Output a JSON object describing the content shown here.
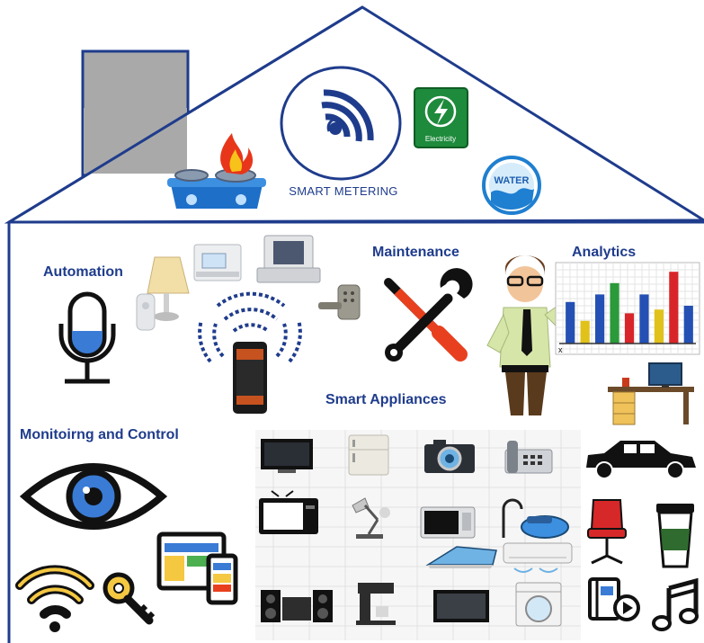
{
  "labels": {
    "smart_metering": "SMART METERING",
    "electricity": "Electricity",
    "water": "WATER",
    "automation": "Automation",
    "maintenance": "Maintenance",
    "analytics": "Analytics",
    "smart_appliances": "Smart Appliances",
    "monitoring": "Monitoirng and Control",
    "chart_axis_x": "x"
  },
  "colors": {
    "house_outline": "#1f3c8c",
    "label_text": "#1f3c8c",
    "chimney_fill": "#a9a9a9",
    "electricity_green": "#1e8a3c",
    "water_blue": "#1f7fd0"
  },
  "icons": {
    "meter": "smart-meter-wifi-icon",
    "gas": "gas-stove-icon",
    "electricity": "electricity-icon",
    "water": "water-drop-icon",
    "microphone": "microphone-icon",
    "lamp": "lamp-icon",
    "thermostat": "thermostat-icon",
    "security_panel": "security-panel-icon",
    "door_lock": "door-lock-icon",
    "smartphone": "smartphone-icon",
    "tools": "wrench-screwdriver-icon",
    "presenter": "presenter-person-icon",
    "analytics_chart": "bar-chart-icon",
    "desk": "computer-desk-icon",
    "eye": "eye-icon",
    "wifi": "wifi-icon",
    "key": "key-icon",
    "devices": "devices-icon",
    "appliances": [
      "tv-icon",
      "fridge-icon",
      "camera-icon",
      "phone-icon",
      "car-icon",
      "crt-tv-icon",
      "desk-lamp-icon",
      "microwave-icon",
      "vacuum-icon",
      "office-chair-icon",
      "coffee-cup-icon",
      "iron-icon",
      "air-conditioner-icon",
      "stereo-icon",
      "coffee-machine-icon",
      "monitor-icon",
      "washing-machine-icon",
      "video-icon",
      "music-note-icon"
    ]
  },
  "chart_data": {
    "type": "bar",
    "title": "",
    "xlabel": "",
    "ylabel": "",
    "colors": [
      "#2450b4",
      "#e0c21a",
      "#2450b4",
      "#2a9a3a",
      "#d8252a",
      "#2450b4",
      "#e0c21a",
      "#d8252a",
      "#2450b4"
    ],
    "values": [
      5.5,
      3.0,
      6.5,
      8.0,
      4.0,
      6.5,
      4.5,
      9.5,
      5.0
    ],
    "ylim": [
      0,
      10
    ],
    "grid": true
  }
}
